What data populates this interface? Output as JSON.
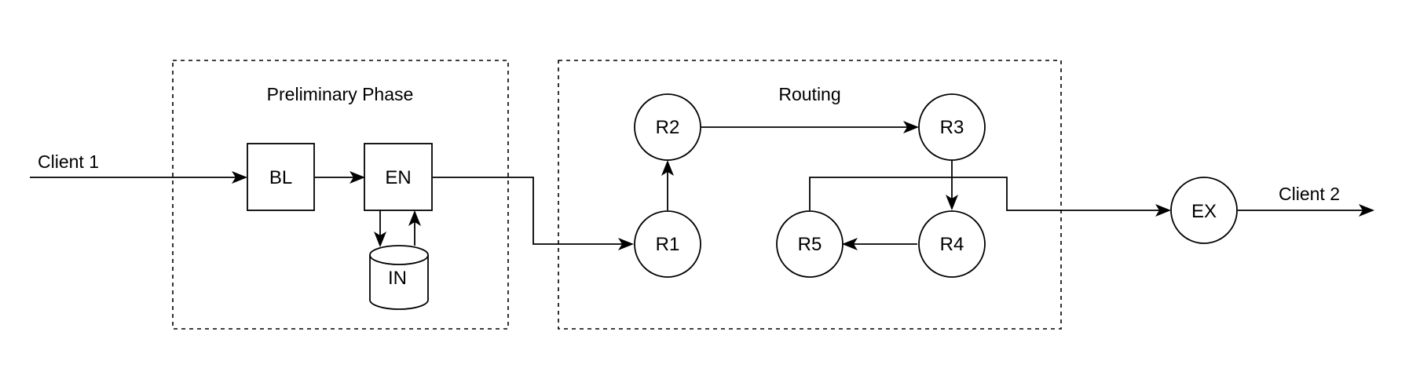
{
  "groups": {
    "preliminary": {
      "label": "Preliminary Phase"
    },
    "routing": {
      "label": "Routing"
    }
  },
  "nodes": {
    "bl": "BL",
    "en": "EN",
    "in": "IN",
    "r1": "R1",
    "r2": "R2",
    "r3": "R3",
    "r4": "R4",
    "r5": "R5",
    "ex": "EX"
  },
  "endpoints": {
    "client_in": "Client 1",
    "client_out": "Client 2"
  },
  "colors": {
    "stroke": "#000000",
    "fill": "#ffffff"
  }
}
